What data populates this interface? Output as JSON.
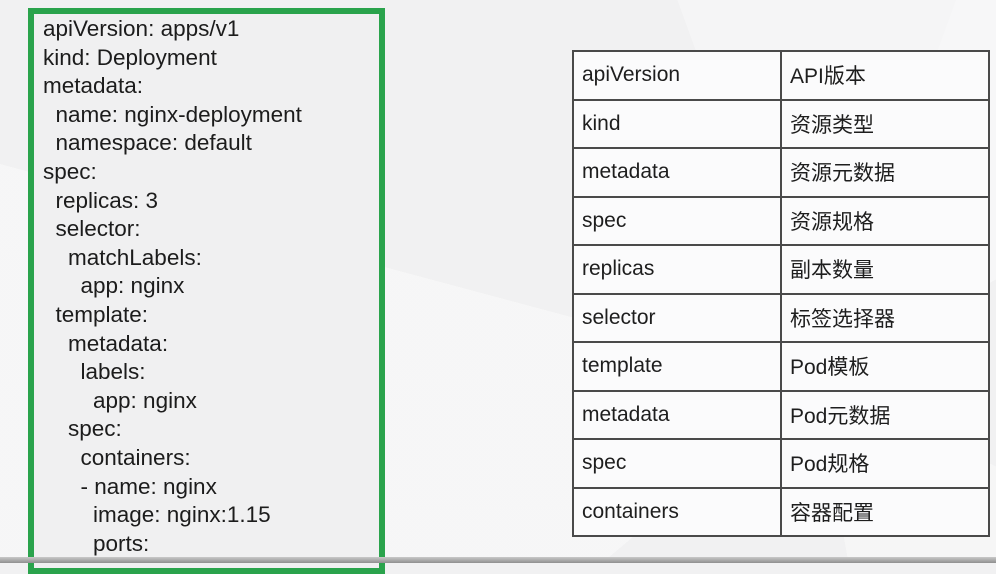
{
  "yaml_panel": {
    "lines": [
      "apiVersion: apps/v1",
      "kind: Deployment",
      "metadata:",
      "  name: nginx-deployment",
      "  namespace: default",
      "spec:",
      "  replicas: 3",
      "  selector:",
      "    matchLabels:",
      "      app: nginx",
      "  template:",
      "    metadata:",
      "      labels:",
      "        app: nginx",
      "    spec:",
      "      containers:",
      "      - name: nginx",
      "        image: nginx:1.15",
      "        ports:"
    ]
  },
  "mapping_table": {
    "rows": [
      {
        "key": "apiVersion",
        "desc": "API版本"
      },
      {
        "key": "kind",
        "desc": "资源类型"
      },
      {
        "key": "metadata",
        "desc": "资源元数据"
      },
      {
        "key": "spec",
        "desc": "资源规格"
      },
      {
        "key": "replicas",
        "desc": "副本数量"
      },
      {
        "key": "selector",
        "desc": "标签选择器"
      },
      {
        "key": "template",
        "desc": "Pod模板"
      },
      {
        "key": "metadata",
        "desc": "Pod元数据"
      },
      {
        "key": "spec",
        "desc": "Pod规格"
      },
      {
        "key": "containers",
        "desc": "容器配置"
      }
    ]
  },
  "colors": {
    "accent_green": "#2aa34c",
    "table_border": "#4a4a4a",
    "background": "#f1f1f2",
    "text": "#1c1c1c"
  }
}
